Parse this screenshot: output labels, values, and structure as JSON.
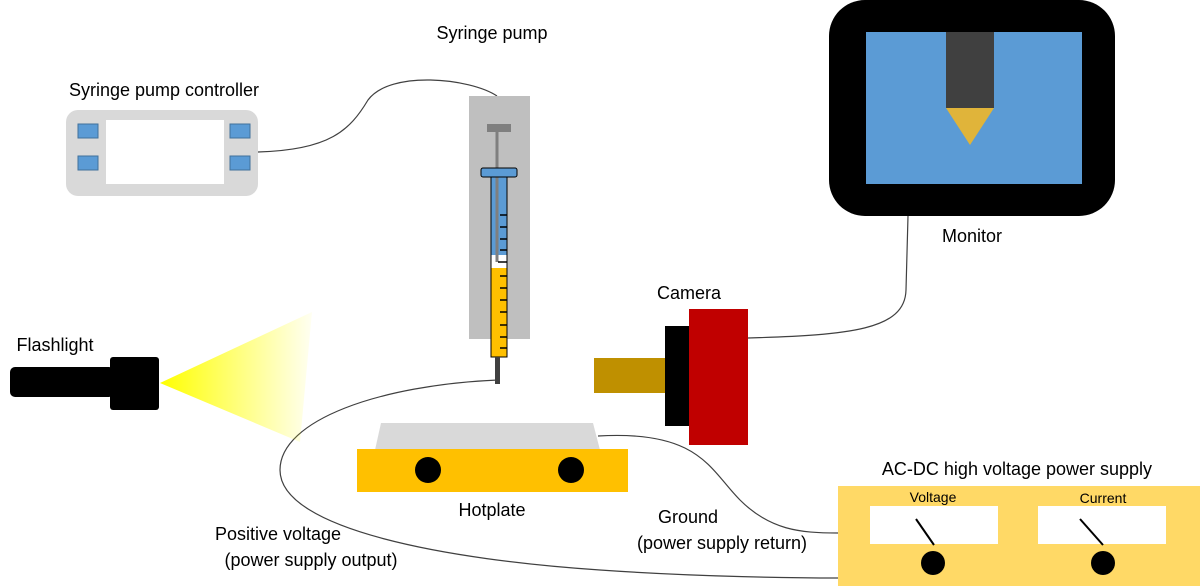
{
  "labels": {
    "syringe_pump_controller": "Syringe pump controller",
    "syringe_pump": "Syringe pump",
    "monitor": "Monitor",
    "camera": "Camera",
    "flashlight": "Flashlight",
    "hotplate": "Hotplate",
    "power_supply": "AC-DC high voltage power supply",
    "voltage": "Voltage",
    "current": "Current",
    "positive_voltage": "Positive voltage",
    "positive_voltage_sub": "(power supply output)",
    "ground": "Ground",
    "ground_sub": "(power supply return)"
  },
  "colors": {
    "blue": "#5b9bd5",
    "yellow": "#ffc000",
    "gray": "#bfbfbf",
    "red": "#c00000",
    "supply": "#ffd966",
    "lens": "#bf9000"
  }
}
